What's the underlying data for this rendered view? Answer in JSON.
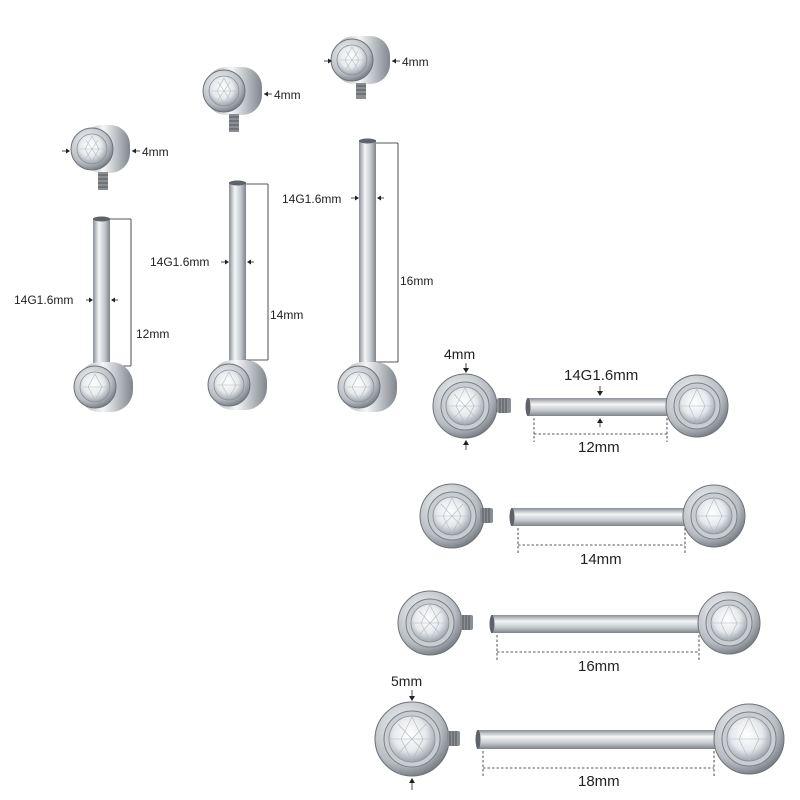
{
  "vertical_set": [
    {
      "head_size": "4mm",
      "gauge": "14G1.6mm",
      "length": "12mm"
    },
    {
      "head_size": "4mm",
      "gauge": "14G1.6mm",
      "length": "14mm"
    },
    {
      "head_size": "4mm",
      "gauge": "14G1.6mm",
      "length": "16mm"
    }
  ],
  "horizontal_set": [
    {
      "head_size": "4mm",
      "gauge": "14G1.6mm",
      "length": "12mm"
    },
    {
      "length": "14mm"
    },
    {
      "length": "16mm"
    },
    {
      "head_size": "5mm",
      "length": "18mm"
    }
  ],
  "colors": {
    "steel_light": "#f2f3f5",
    "steel_mid": "#b9bdc3",
    "steel_dark": "#6e737a",
    "gem": "#eef1f4",
    "text": "#222222"
  }
}
